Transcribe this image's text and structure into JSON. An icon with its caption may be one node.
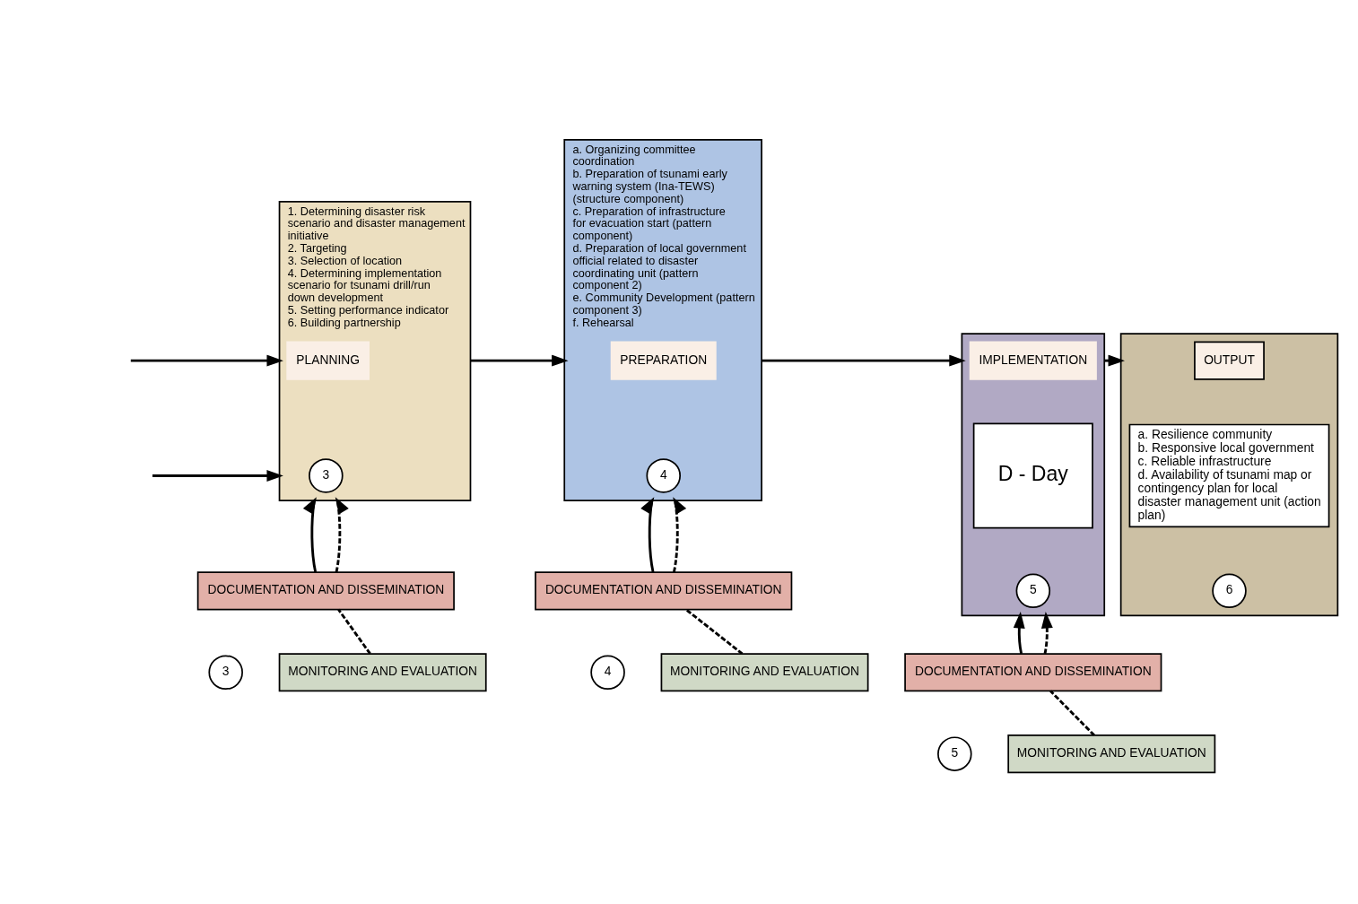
{
  "diagram": {
    "nodes": [
      {
        "text": [
          "1. Determining disaster risk scenario and disaster management initiative",
          "2. Targeting",
          "3. Selection of location",
          "4. Determining implementation scenario for tsunami drill/run down development",
          "5. Setting performance indicator",
          "6. Building partnership"
        ]
      },
      {
        "text": [
          "PLANNING"
        ],
        "in": 0
      },
      {
        "text": [
          "3"
        ],
        "in": 0
      },
      {
        "text": [
          "a. Organizing committee coordination",
          "b. Preparation of tsunami early warning system (Ina-TEWS) (structure component)",
          "c. Preparation of infrastructure for evacuation start (pattern component)",
          "d. Preparation of local government official related to disaster coordinating unit (pattern component 2)",
          "e. Community Development (pattern component 3)",
          "f. Rehearsal"
        ]
      },
      {
        "text": [
          "PREPARATION"
        ],
        "in": 3
      },
      {
        "text": [
          "4"
        ],
        "in": 3
      },
      {
        "text": [],
        "shape": "box"
      },
      {
        "text": [
          "IMPLEMENTATION"
        ],
        "in": 6
      },
      {
        "text": [
          "D - Day"
        ],
        "in": 6
      },
      {
        "text": [
          "5"
        ],
        "in": 6
      },
      {
        "text": [],
        "shape": "box"
      },
      {
        "text": [
          "OUTPUT"
        ],
        "in": 10
      },
      {
        "text": [
          "a. Resilience community",
          "b. Responsive local government",
          "c. Reliable infrastructure",
          "d. Availability of tsunami map or contingency plan for local disaster management unit (action plan)"
        ],
        "in": 10
      },
      {
        "text": [
          "6"
        ],
        "in": 10
      },
      {
        "text": [
          "DOCUMENTATION AND DISSEMINATION"
        ]
      },
      {
        "text": [
          "3"
        ]
      },
      {
        "text": [
          "MONITORING AND EVALUATION"
        ]
      },
      {
        "text": [
          "DOCUMENTATION AND DISSEMINATION"
        ]
      },
      {
        "text": [
          "4"
        ]
      },
      {
        "text": [
          "MONITORING AND EVALUATION"
        ]
      },
      {
        "text": [
          "DOCUMENTATION AND DISSEMINATION"
        ]
      },
      {
        "text": [
          "5"
        ]
      },
      {
        "text": [
          "MONITORING AND EVALUATION"
        ]
      }
    ],
    "edges": [
      {
        "from": null,
        "to": 0,
        "arrow": "to"
      },
      {
        "from": null,
        "to": 0,
        "arrow": "to"
      },
      {
        "from": 0,
        "to": 3,
        "arrow": "to"
      },
      {
        "from": 3,
        "to": 6,
        "arrow": "to"
      },
      {
        "from": 6,
        "to": 10,
        "arrow": "to"
      },
      {
        "from": 14,
        "to": 0,
        "arrow": "to"
      },
      {
        "from": 14,
        "to": 0,
        "arrow": "to",
        "style": "dashed"
      },
      {
        "from": 16,
        "to": 14,
        "arrow": "none",
        "style": "dashed"
      },
      {
        "from": 17,
        "to": 3,
        "arrow": "to"
      },
      {
        "from": 17,
        "to": 3,
        "arrow": "to",
        "style": "dashed"
      },
      {
        "from": 19,
        "to": 17,
        "arrow": "none",
        "style": "dashed"
      },
      {
        "from": 20,
        "to": 6,
        "arrow": "to"
      },
      {
        "from": 20,
        "to": 6,
        "arrow": "to",
        "style": "dashed"
      },
      {
        "from": 22,
        "to": 20,
        "arrow": "none",
        "style": "dashed"
      }
    ]
  }
}
